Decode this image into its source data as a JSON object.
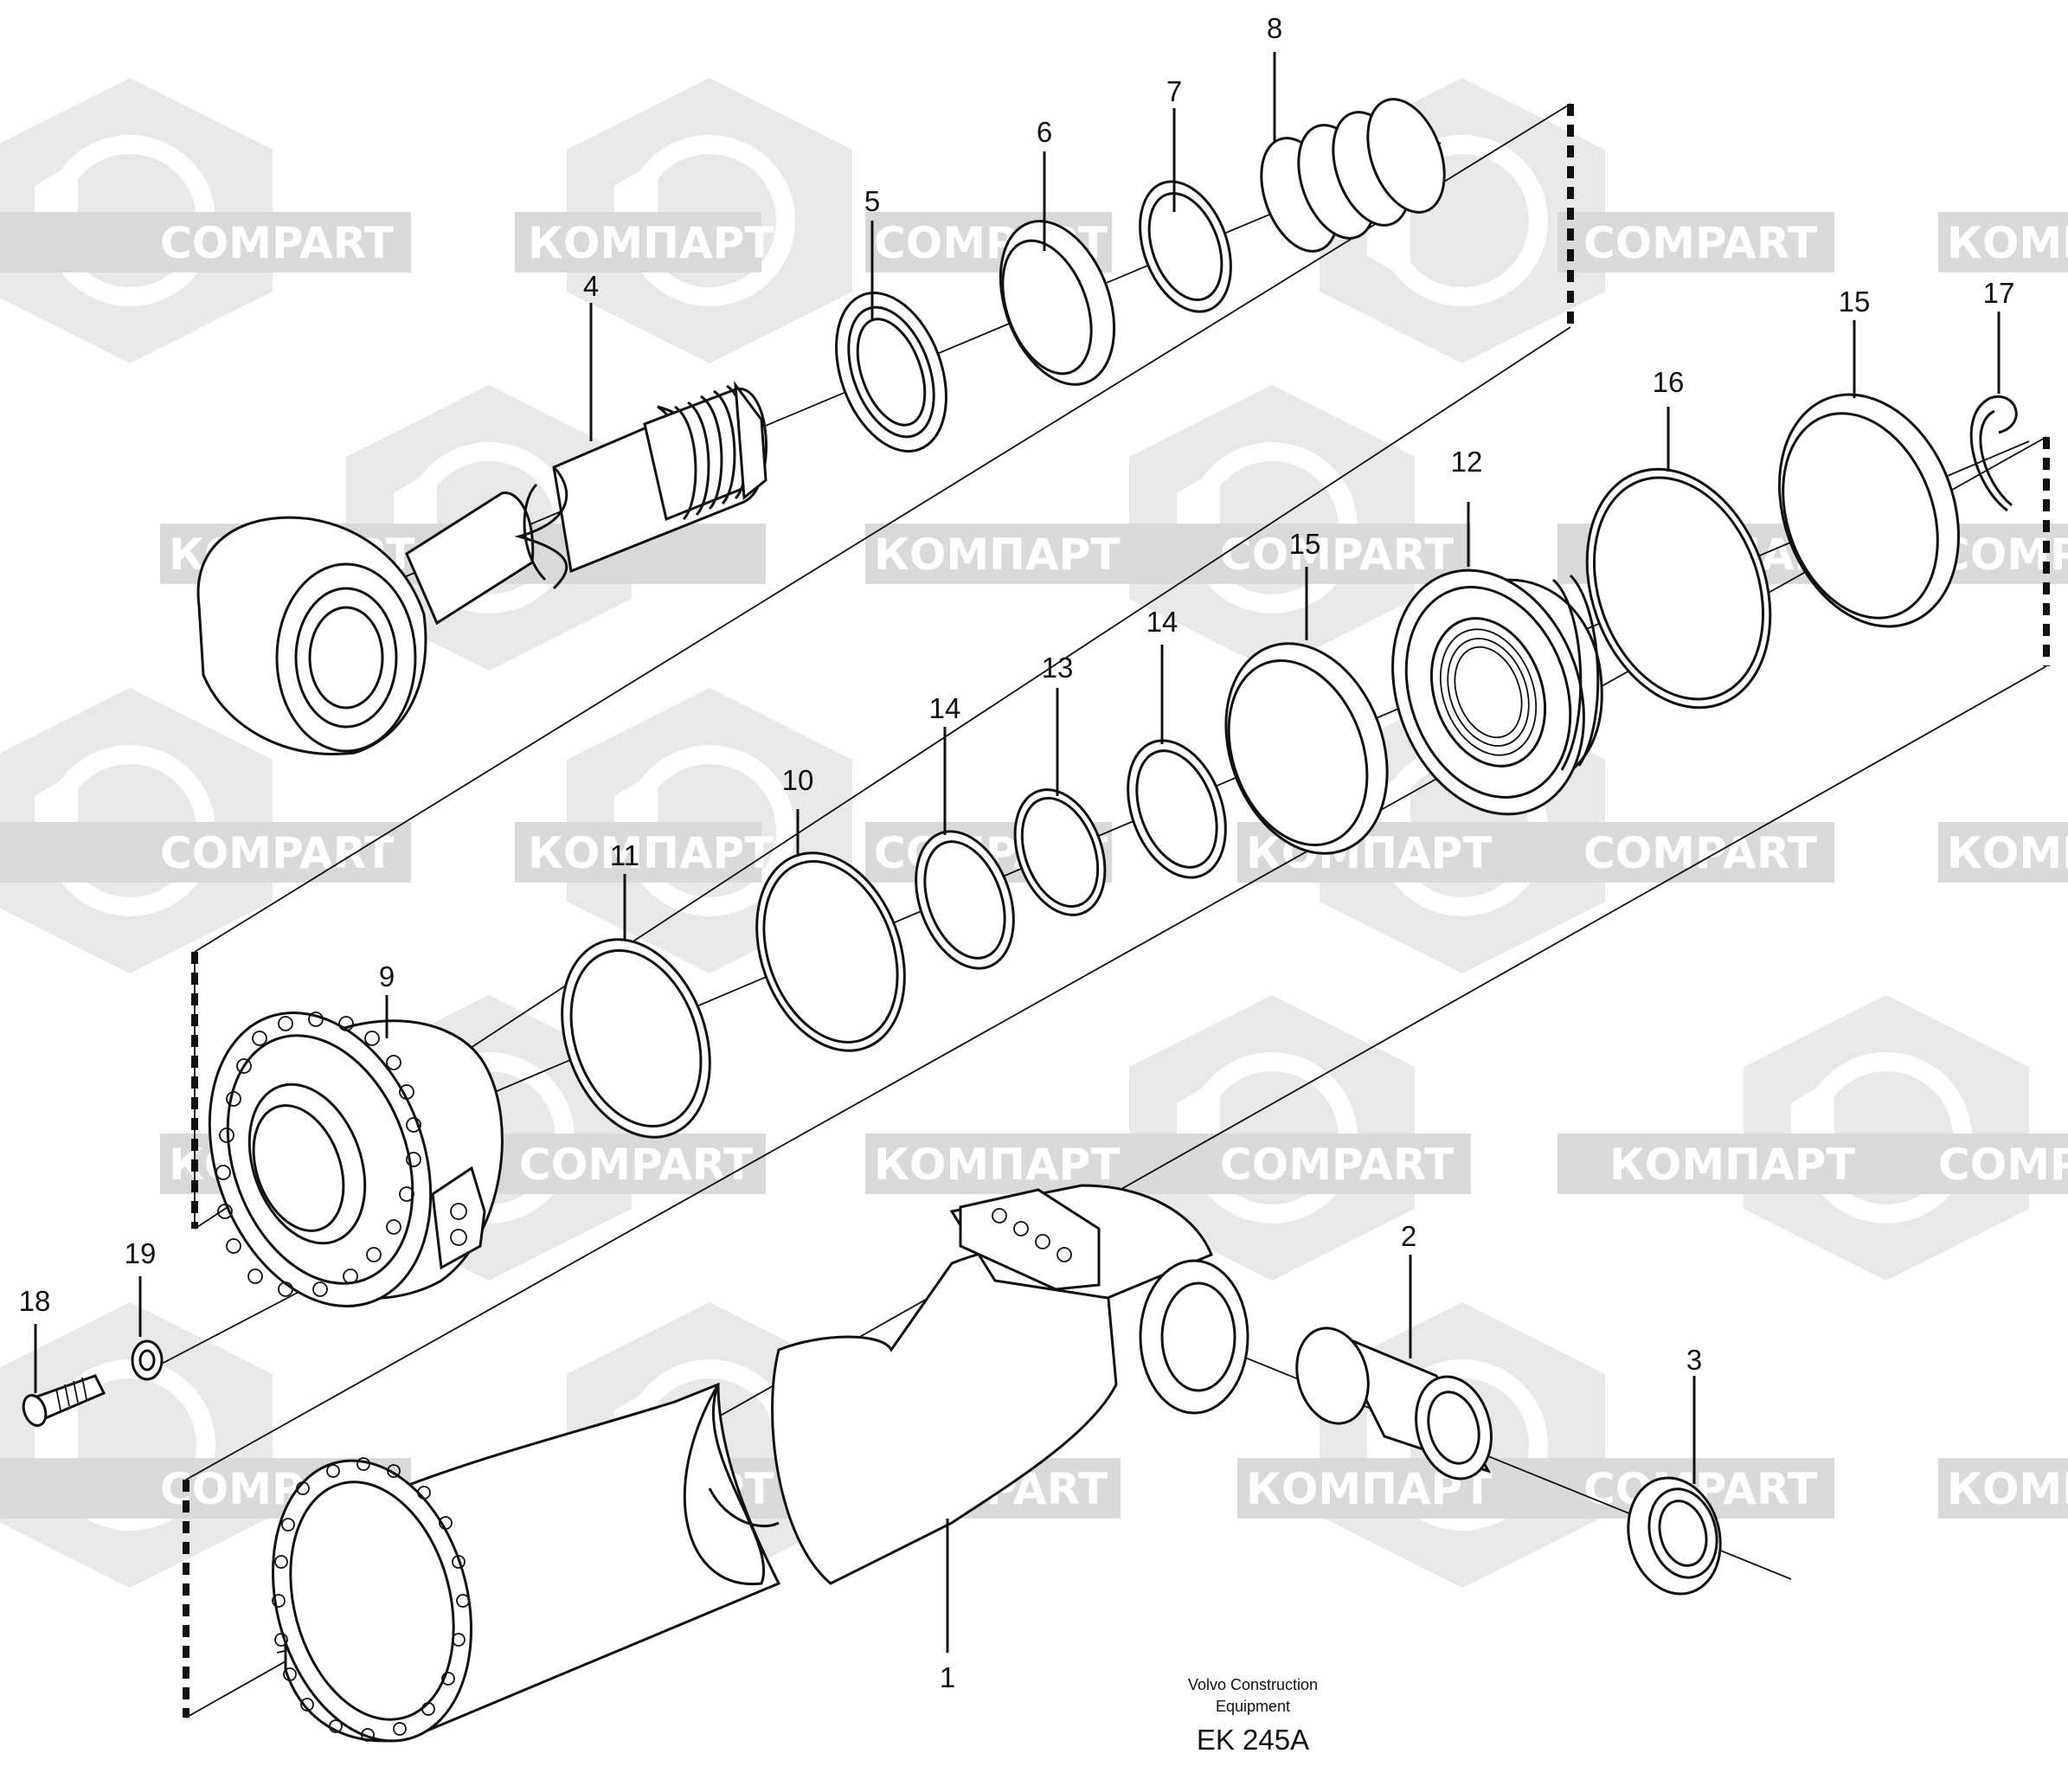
{
  "watermark": {
    "latin": "COMPART",
    "cyrillic": "КОМПАРТ",
    "color": "#d9d9d9"
  },
  "caption": {
    "line1": "Volvo Construction",
    "line2": "Equipment",
    "code": "EK 245A"
  },
  "callouts": [
    "1",
    "2",
    "3",
    "4",
    "5",
    "6",
    "7",
    "8",
    "9",
    "10",
    "11",
    "12",
    "13",
    "14",
    "14",
    "15",
    "15",
    "16",
    "17",
    "18",
    "19"
  ]
}
